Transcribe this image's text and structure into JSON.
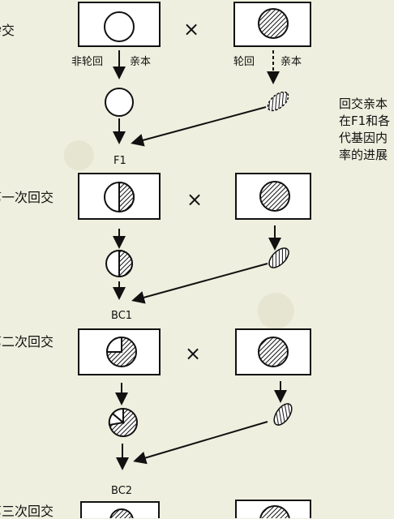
{
  "rows": {
    "cross": "杂交",
    "bc1": "第一次回交",
    "bc2": "第二次回交",
    "bc3": "第三次回交"
  },
  "parents": {
    "non_recurrent": "非轮回",
    "recurrent": "轮回",
    "parent": "亲本"
  },
  "generations": {
    "f1": "F1",
    "bc1": "BC1",
    "bc2": "BC2"
  },
  "symbols": {
    "cross": "×"
  },
  "side_note": {
    "line1": "回交亲本",
    "line2": "在F1和各",
    "line3": "代基因内",
    "line4": "率的进展"
  },
  "colors": {
    "ink": "#111111",
    "paper": "#efefdf",
    "box_fill": "#ffffff"
  }
}
